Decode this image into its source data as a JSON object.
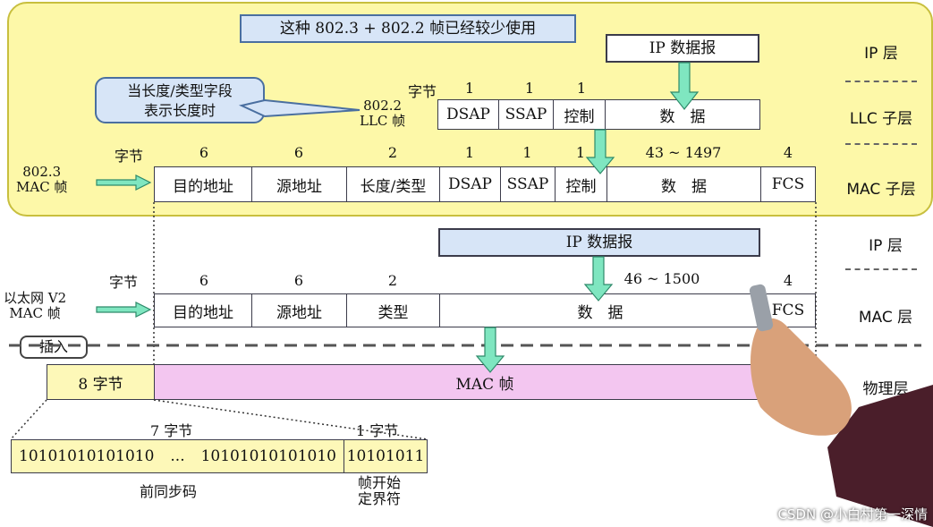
{
  "banner": "这种 802.3 + 802.2 帧已经较少使用",
  "callout": {
    "line1": "当长度/类型字段",
    "line2": "表示长度时"
  },
  "llc_frame_label": {
    "line1": "802.2",
    "line2": "LLC 帧"
  },
  "mac8023_label": {
    "line1": "802.3",
    "line2": "MAC 帧"
  },
  "ethv2_label": {
    "line1": "以太网 V2",
    "line2": "MAC 帧"
  },
  "byte_word": "字节",
  "ip_top": "IP 数据报",
  "ip_mid": "IP 数据报",
  "llc_sizes": [
    "1",
    "1",
    "1"
  ],
  "llc_fields": [
    "DSAP",
    "SSAP",
    "控制",
    "数　据"
  ],
  "mac8023_sizes": [
    "6",
    "6",
    "2",
    "1",
    "1",
    "1",
    "43 ~ 1497",
    "4"
  ],
  "mac8023_fields": [
    "目的地址",
    "源地址",
    "长度/类型",
    "DSAP",
    "SSAP",
    "控制",
    "数　据",
    "FCS"
  ],
  "ethv2_sizes": [
    "6",
    "6",
    "2",
    "46 ~ 1500",
    "4"
  ],
  "ethv2_fields": [
    "目的地址",
    "源地址",
    "类型",
    "数　据",
    "FCS"
  ],
  "insert_tag": "插入",
  "phys": {
    "preamble_label": "8 字节",
    "mac_frame": "MAC 帧"
  },
  "bits": {
    "seven_bytes": "7 字节",
    "one_byte": "1 字节",
    "preamble": "10101010101010",
    "ellipsis": "...",
    "preamble_end": "10101010101010",
    "sfd": "10101011",
    "preamble_name": "前同步码",
    "sfd_name_line1": "帧开始",
    "sfd_name_line2": "定界符"
  },
  "layers": {
    "ip1": "IP 层",
    "llc": "LLC 子层",
    "mac_sub": "MAC 子层",
    "ip2": "IP 层",
    "mac": "MAC 层",
    "phy": "物理层"
  },
  "watermark": "CSDN @小白村第一深情",
  "colors": {
    "yellow_panel": "#fdf8a8",
    "blue_box": "#d7e5f7",
    "pink_mac": "#f3c6f0",
    "arrow": "#7fe6c0",
    "preamble_fill": "#fdf8b8"
  }
}
